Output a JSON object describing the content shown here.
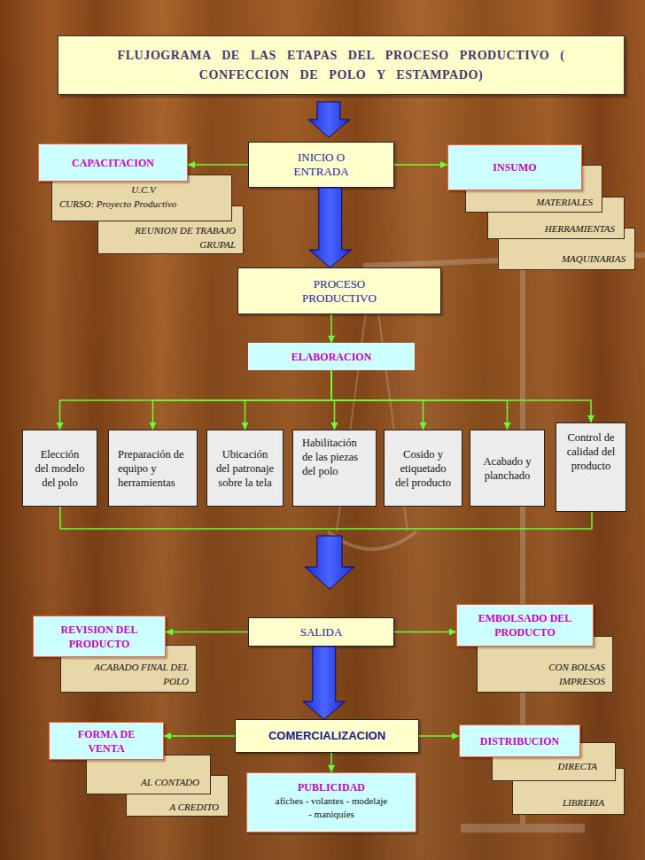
{
  "diagram": {
    "title": "FLUJOGRAMA DE LAS ETAPAS DEL PROCESO PRODUCTIVO ( CONFECCION DE POLO Y ESTAMPADO)",
    "nodes": [
      {
        "text": [
          "INICIO O ENTRADA"
        ]
      },
      {
        "text": [
          "CAPACITACION"
        ]
      },
      {
        "text": [
          "U.C.V",
          "CURSO: Proyecto Productivo"
        ]
      },
      {
        "text": [
          "REUNION DE TRABAJO GRUPAL"
        ]
      },
      {
        "text": [
          "INSUMO"
        ]
      },
      {
        "text": [
          "MATERIALES"
        ]
      },
      {
        "text": [
          "HERRAMIENTAS"
        ]
      },
      {
        "text": [
          "MAQUINARIAS"
        ]
      },
      {
        "text": [
          "PROCESO PRODUCTIVO"
        ]
      },
      {
        "text": [
          "ELABORACION"
        ]
      },
      {
        "text": [
          "Elección del modelo del polo"
        ]
      },
      {
        "text": [
          "Preparación de equipo y herramientas"
        ]
      },
      {
        "text": [
          "Ubicación del patronaje sobre la tela"
        ]
      },
      {
        "text": [
          "Habilitación de las piezas del polo"
        ]
      },
      {
        "text": [
          "Cosido y etiquetado del producto"
        ]
      },
      {
        "text": [
          "Acabado y planchado"
        ]
      },
      {
        "text": [
          "Control de calidad del producto"
        ]
      },
      {
        "text": [
          "SALIDA"
        ]
      },
      {
        "text": [
          "REVISION DEL PRODUCTO"
        ]
      },
      {
        "text": [
          "ACABADO FINAL DEL POLO"
        ]
      },
      {
        "text": [
          "EMBOLSADO DEL PRODUCTO"
        ]
      },
      {
        "text": [
          "CON BOLSAS IMPRESOS"
        ]
      },
      {
        "text": [
          "COMERCIALIZACION"
        ]
      },
      {
        "text": [
          "FORMA DE VENTA"
        ]
      },
      {
        "text": [
          "AL CONTADO"
        ]
      },
      {
        "text": [
          "A CREDITO"
        ]
      },
      {
        "text": [
          "DISTRIBUCION"
        ]
      },
      {
        "text": [
          "DIRECTA"
        ]
      },
      {
        "text": [
          "LIBRERIA"
        ]
      },
      {
        "text": [
          "PUBLICIDAD",
          "afiches - volantes - modelaje - maniquíes"
        ]
      }
    ],
    "edges": [
      {
        "from": 0,
        "to": 1,
        "arrow": "to"
      },
      {
        "from": 0,
        "to": 4,
        "arrow": "to"
      },
      {
        "from": 0,
        "to": 8,
        "arrow": "to"
      },
      {
        "from": 8,
        "to": 9,
        "arrow": "to"
      },
      {
        "from": 9,
        "to": 10,
        "arrow": "to"
      },
      {
        "from": 9,
        "to": 11,
        "arrow": "to"
      },
      {
        "from": 9,
        "to": 12,
        "arrow": "to"
      },
      {
        "from": 9,
        "to": 13,
        "arrow": "to"
      },
      {
        "from": 9,
        "to": 14,
        "arrow": "to"
      },
      {
        "from": 9,
        "to": 15,
        "arrow": "to"
      },
      {
        "from": 9,
        "to": 16,
        "arrow": "to"
      },
      {
        "from": 17,
        "to": 18,
        "arrow": "to"
      },
      {
        "from": 17,
        "to": 20,
        "arrow": "to"
      },
      {
        "from": 17,
        "to": 22,
        "arrow": "to"
      },
      {
        "from": 22,
        "to": 23,
        "arrow": "to"
      },
      {
        "from": 22,
        "to": 26,
        "arrow": "to"
      },
      {
        "from": 22,
        "to": 29,
        "arrow": "to"
      }
    ]
  }
}
